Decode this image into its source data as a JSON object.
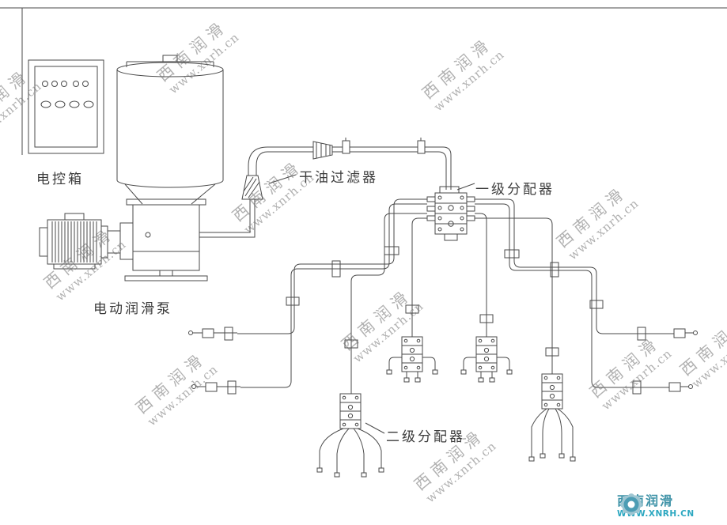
{
  "diagram": {
    "labels": {
      "control_box": "电控箱",
      "pump": "电动润滑泵",
      "filter": "干油过滤器",
      "primary_distributor": "一级分配器",
      "secondary_distributor": "二级分配器"
    }
  },
  "watermark": {
    "line1": "西南润滑",
    "line2": "www.xnrh.cn"
  },
  "logo": {
    "name": "西南润滑",
    "url": "WWW.XNRH.CN",
    "accent": "#2ba7c0"
  }
}
